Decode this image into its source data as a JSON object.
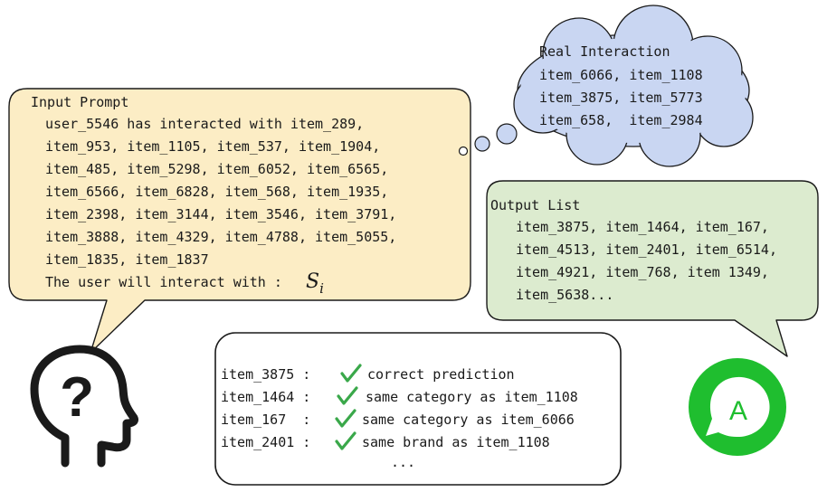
{
  "colors": {
    "prompt_bubble": "#fcedc5",
    "thought_cloud": "#c9d6f2",
    "output_bubble": "#dcebcf",
    "check": "#3aa84a",
    "assistant_circle": "#1fbe2f",
    "outline": "#1a1a1a"
  },
  "prompt": {
    "title": "Input Prompt",
    "lines": [
      "user_5546 has interacted with item_289,",
      "item_953, item_1105, item_537, item_1904,",
      "item_485, item_5298, item_6052, item_6565,",
      "item_6566, item_6828, item_568, item_1935,",
      "item_2398, item_3144, item_3546, item_3791,",
      "item_3888, item_4329, item_4788, item_5055,",
      "item_1835, item_1837"
    ],
    "final_line": "The user will interact with :",
    "symbol_base": "S",
    "symbol_sub": "i"
  },
  "real": {
    "title": "Real Interaction",
    "lines": [
      "item_6066, item_1108",
      "item_3875, item_5773",
      "item_658,  item_2984"
    ]
  },
  "output": {
    "title": "Output List",
    "lines": [
      "item_3875, item_1464, item_167,",
      "item_4513, item_2401, item_6514,",
      "item_4921, item_768, item 1349,",
      "item_5638..."
    ]
  },
  "evaluation": {
    "rows": [
      {
        "item": "item_3875 :",
        "note": "correct prediction"
      },
      {
        "item": "item_1464 :",
        "note": "same category as item_1108"
      },
      {
        "item": "item_167  :",
        "note": "same category as item_6066"
      },
      {
        "item": "item_2401 :",
        "note": "same brand as item_1108"
      }
    ],
    "ellipsis": "..."
  },
  "icons": {
    "user": "head-question-icon",
    "assistant": "assistant-chat-icon",
    "assistant_letter": "A",
    "question_mark": "?"
  }
}
